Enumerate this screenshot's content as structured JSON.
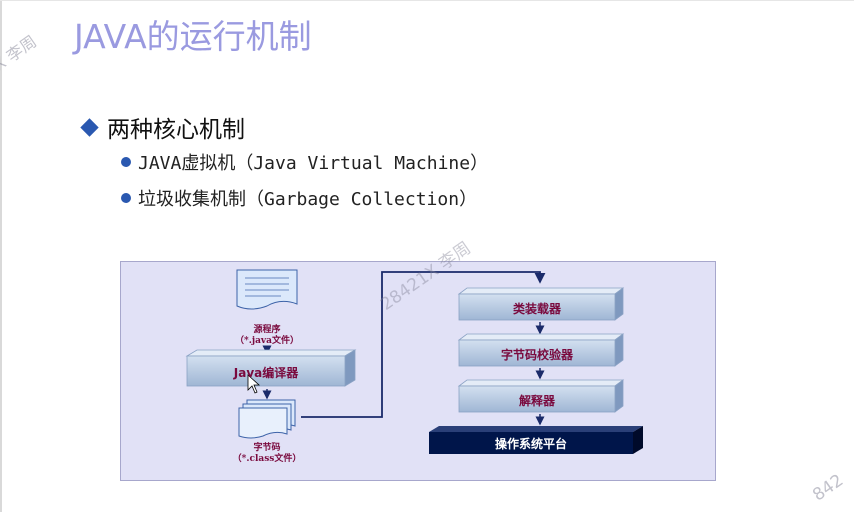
{
  "title": "JAVA的运行机制",
  "watermarks": [
    "X 李周",
    "28421X 李周",
    "842"
  ],
  "main_bullet": "两种核心机制",
  "sub_bullets": [
    "JAVA虚拟机（Java Virtual Machine）",
    "垃圾收集机制（Garbage Collection）"
  ],
  "diagram": {
    "source_label": "源程序",
    "source_ext": "（*.java文件）",
    "compiler_label": "Java编译器",
    "bytecode_label": "字节码",
    "bytecode_ext": "（*.class文件）",
    "class_loader": "类装载器",
    "bytecode_verifier": "字节码校验器",
    "interpreter": "解释器",
    "os_platform": "操作系统平台"
  },
  "colors": {
    "title": "#9a9ae0",
    "accent": "#2a58b0",
    "diagram_bg": "#e1e1f6",
    "bar_face": "#b9cbe2",
    "platform": "#00154a",
    "label": "#7a0a3e"
  }
}
